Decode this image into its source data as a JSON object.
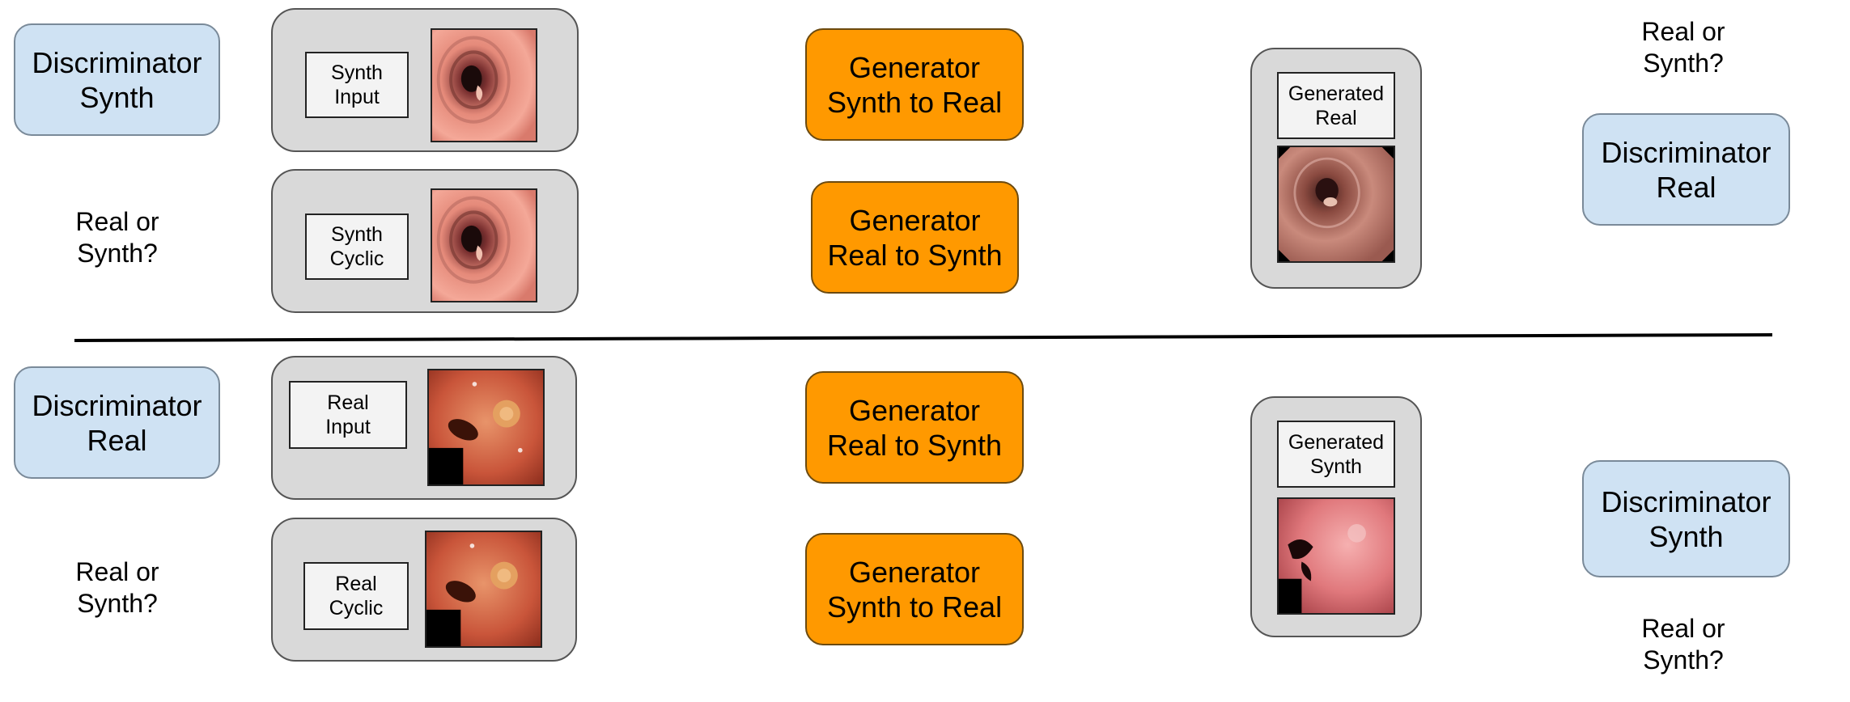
{
  "top": {
    "discriminator_left": "Discriminator\nSynth",
    "question_left": "Real or\nSynth?",
    "input_label": "Synth\nInput",
    "cyclic_label": "Synth\nCyclic",
    "generator_a": "Generator\nSynth to Real",
    "generator_b": "Generator\nReal to Synth",
    "generated_label": "Generated\nReal",
    "question_right": "Real or\nSynth?",
    "discriminator_right": "Discriminator\nReal"
  },
  "bottom": {
    "discriminator_left": "Discriminator\nReal",
    "question_left": "Real or\nSynth?",
    "input_label": "Real\nInput",
    "cyclic_label": "Real\nCyclic",
    "generator_a": "Generator\nReal to Synth",
    "generator_b": "Generator\nSynth to Real",
    "generated_label": "Generated\nSynth",
    "question_right": "Real or\nSynth?",
    "discriminator_right": "Discriminator\nSynth"
  },
  "colors": {
    "discriminator_fill": "#cfe2f3",
    "generator_fill": "#ff9900",
    "panel_fill": "#d9d9d9"
  }
}
